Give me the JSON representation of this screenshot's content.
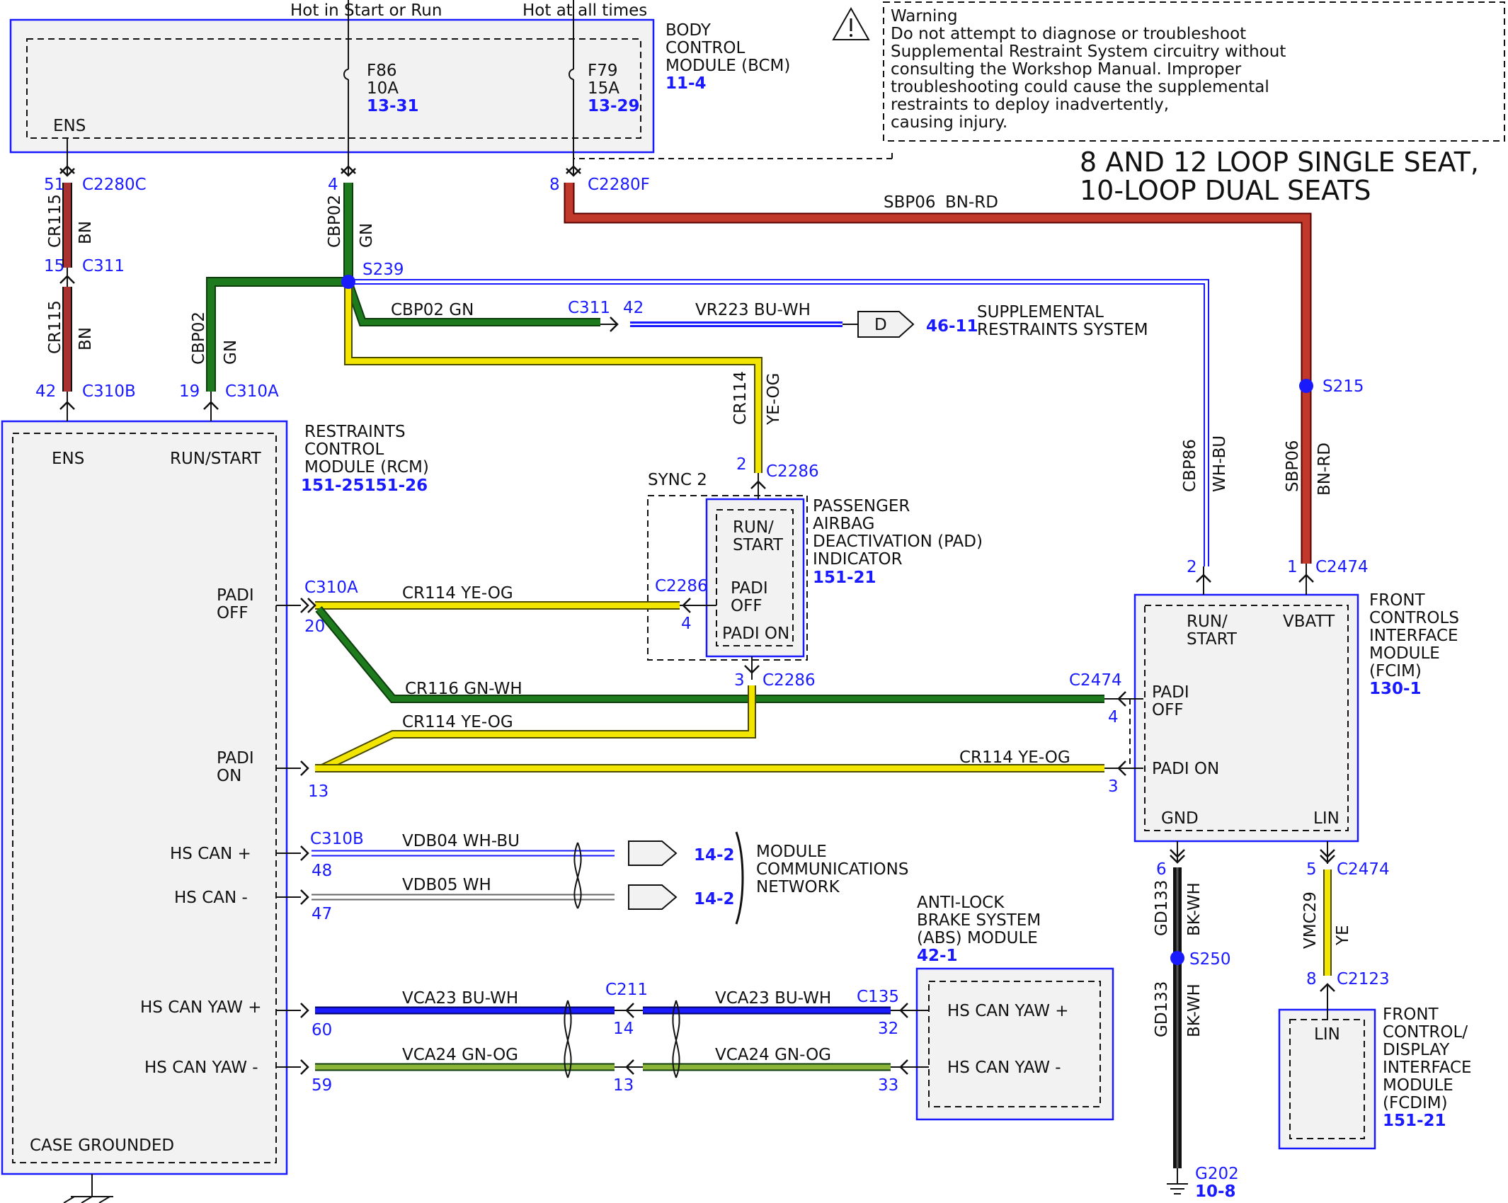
{
  "title": {
    "line1": "8 AND 12 LOOP SINGLE SEAT,",
    "line2": "10-LOOP DUAL SEATS"
  },
  "warning": {
    "lines": [
      "Warning",
      "Do not attempt to diagnose or troubleshoot",
      "Supplemental Restraint System circuitry without",
      "consulting the Workshop Manual. Improper",
      "troubleshooting could cause the supplemental",
      "restraints to deploy inadvertently,",
      "causing injury."
    ]
  },
  "power": {
    "hot_start_run": "Hot in Start or Run",
    "hot_all_times": "Hot at all times"
  },
  "bcm": {
    "name_lines": [
      "BODY",
      "CONTROL",
      "MODULE (BCM)"
    ],
    "ref": "11-4",
    "ens": "ENS",
    "fuse1": {
      "name": "F86",
      "rating": "10A",
      "ref": "13-31"
    },
    "fuse2": {
      "name": "F79",
      "rating": "15A",
      "ref": "13-29"
    }
  },
  "rcm": {
    "name_lines": [
      "RESTRAINTS",
      "CONTROL",
      "MODULE (RCM)"
    ],
    "ref": "151-25151-26",
    "pins": {
      "ens": "ENS",
      "run_start": "RUN/START",
      "padi_off": [
        "PADI",
        "OFF"
      ],
      "padi_on": [
        "PADI",
        "ON"
      ],
      "hs_can_p": "HS CAN +",
      "hs_can_m": "HS CAN -",
      "hs_can_yaw_p": "HS CAN YAW +",
      "hs_can_yaw_m": "HS CAN YAW -",
      "case": "CASE GROUNDED"
    }
  },
  "pad": {
    "name_lines": [
      "PASSENGER",
      "AIRBAG",
      "DEACTIVATION (PAD)",
      "INDICATOR"
    ],
    "ref": "151-21",
    "sync": "SYNC 2",
    "pins": {
      "run_start": [
        "RUN/",
        "START"
      ],
      "padi_off": [
        "PADI",
        "OFF"
      ],
      "padi_on": "PADI ON"
    }
  },
  "fcim": {
    "name_lines": [
      "FRONT",
      "CONTROLS",
      "INTERFACE",
      "MODULE",
      "(FCIM)"
    ],
    "ref": "130-1",
    "pins": {
      "run_start": [
        "RUN/",
        "START"
      ],
      "vbatt": "VBATT",
      "padi_off": [
        "PADI",
        "OFF"
      ],
      "padi_on": "PADI ON",
      "gnd": "GND",
      "lin": "LIN"
    }
  },
  "abs": {
    "name_lines": [
      "ANTI-LOCK",
      "BRAKE SYSTEM",
      "(ABS) MODULE"
    ],
    "ref": "42-1",
    "pins": {
      "yaw_p": "HS CAN YAW +",
      "yaw_m": "HS CAN YAW -"
    }
  },
  "fcdim": {
    "name_lines": [
      "FRONT",
      "CONTROL/",
      "DISPLAY",
      "INTERFACE",
      "MODULE",
      "(FCDIM)"
    ],
    "ref": "151-21",
    "pin": "LIN"
  },
  "srs": {
    "lines": [
      "SUPPLEMENTAL",
      "RESTRAINTS SYSTEM"
    ],
    "ref": "46-11",
    "letter": "D"
  },
  "mcn": {
    "lines": [
      "MODULE",
      "COMMUNICATIONS",
      "NETWORK"
    ],
    "ref": "14-2"
  },
  "ground": {
    "name": "G202",
    "ref": "10-8"
  },
  "splices": {
    "s239": "S239",
    "s215": "S215",
    "s250": "S250"
  },
  "connectors": {
    "c2280c": "C2280C",
    "c2280f": "C2280F",
    "c311": "C311",
    "c310b": "C310B",
    "c310a": "C310A",
    "c2286": "C2286",
    "c2474": "C2474",
    "c211": "C211",
    "c135": "C135",
    "c2123": "C2123"
  },
  "pins": {
    "p51": "51",
    "p15": "15",
    "p42": "42",
    "p4": "4",
    "p8": "8",
    "p19": "19",
    "p2": "2",
    "p3": "3",
    "p1": "1",
    "p20": "20",
    "p13": "13",
    "p48": "48",
    "p47": "47",
    "p60": "60",
    "p59": "59",
    "p14": "14",
    "p32": "32",
    "p33": "33",
    "p6": "6",
    "p5": "5"
  },
  "wires": {
    "cr115": "CR115",
    "bn": "BN",
    "cbp02": "CBP02",
    "gn": "GN",
    "sbp06": "SBP06",
    "bnrd": "BN-RD",
    "cbp02_gn": "CBP02  GN",
    "vr223": "VR223  BU-WH",
    "cr114": "CR114",
    "yeog": "YE-OG",
    "cr114_yeog": "CR114  YE-OG",
    "cr116": "CR116  GN-WH",
    "cbp86": "CBP86",
    "whbu": "WH-BU",
    "vdb04": "VDB04    WH-BU",
    "vdb05": "VDB05    WH",
    "vca23": "VCA23    BU-WH",
    "vca24": "VCA24    GN-OG",
    "gd133": "GD133",
    "bkwh": "BK-WH",
    "vmc29": "VMC29",
    "ye": "YE"
  },
  "colors": {
    "red": "#b8352f",
    "green": "#1d7a1d",
    "yellow": "#f2e600",
    "blue": "#1a1aff",
    "module_fill": "#f2f2f2"
  }
}
